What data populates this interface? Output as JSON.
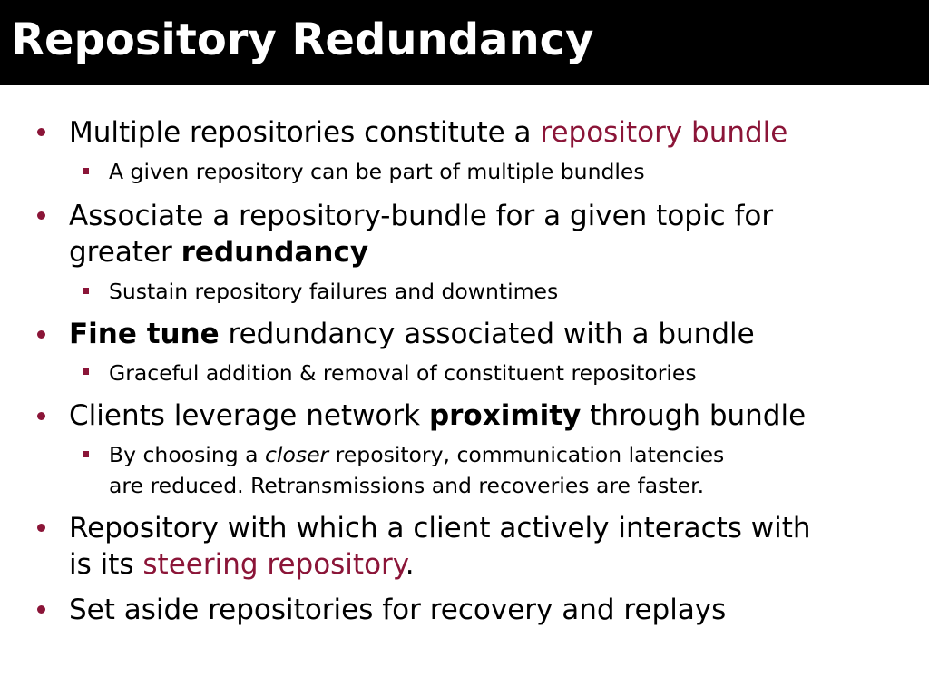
{
  "colors": {
    "title_background": "#000000",
    "title_text": "#ffffff",
    "accent": "#8b1538",
    "text": "#000000"
  },
  "slide": {
    "title": "Repository Redundancy",
    "bullets": [
      {
        "parts": [
          "Multiple repositories constitute a ",
          "repository bundle"
        ],
        "sub": [
          {
            "parts": [
              "A given repository can be part of multiple bundles"
            ]
          }
        ]
      },
      {
        "line1": "Associate a repository-bundle for a given topic for",
        "line2_parts": [
          "greater ",
          "redundancy"
        ],
        "sub": [
          {
            "parts": [
              "Sustain repository failures and downtimes"
            ]
          }
        ]
      },
      {
        "parts": [
          "Fine tune",
          " redundancy associated with a bundle"
        ],
        "sub": [
          {
            "parts": [
              "Graceful addition & removal of constituent repositories"
            ]
          }
        ]
      },
      {
        "parts": [
          "Clients leverage network ",
          "proximity",
          " through bundle"
        ],
        "sub": [
          {
            "line1_parts": [
              "By choosing a ",
              "closer",
              " repository, communication latencies"
            ],
            "line2": "are reduced. Retransmissions and recoveries are faster."
          }
        ]
      },
      {
        "line1": "Repository with which a client actively interacts with",
        "line2_parts": [
          "is its ",
          "steering repository",
          "."
        ]
      },
      {
        "parts": [
          "Set aside repositories for recovery and replays"
        ]
      }
    ]
  }
}
